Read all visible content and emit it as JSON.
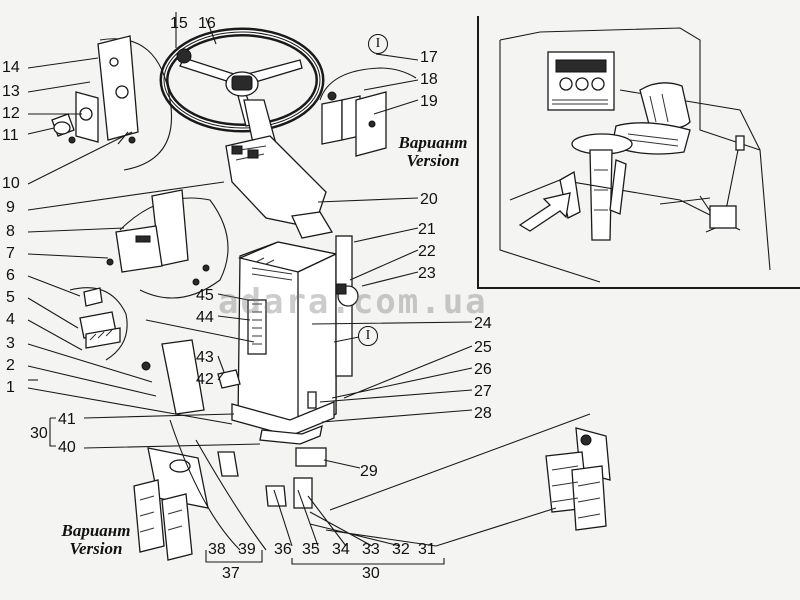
{
  "callouts": [
    {
      "id": "14",
      "text": "14"
    },
    {
      "id": "13",
      "text": "13"
    },
    {
      "id": "12",
      "text": "12"
    },
    {
      "id": "11",
      "text": "11"
    },
    {
      "id": "10",
      "text": "10"
    },
    {
      "id": "9",
      "text": "9"
    },
    {
      "id": "8",
      "text": "8"
    },
    {
      "id": "7",
      "text": "7"
    },
    {
      "id": "6",
      "text": "6"
    },
    {
      "id": "5",
      "text": "5"
    },
    {
      "id": "4",
      "text": "4"
    },
    {
      "id": "3",
      "text": "3"
    },
    {
      "id": "2",
      "text": "2"
    },
    {
      "id": "1",
      "text": "1"
    },
    {
      "id": "15",
      "text": "15"
    },
    {
      "id": "16",
      "text": "16"
    },
    {
      "id": "17",
      "text": "17"
    },
    {
      "id": "18",
      "text": "18"
    },
    {
      "id": "19",
      "text": "19"
    },
    {
      "id": "20",
      "text": "20"
    },
    {
      "id": "21",
      "text": "21"
    },
    {
      "id": "22",
      "text": "22"
    },
    {
      "id": "23",
      "text": "23"
    },
    {
      "id": "24",
      "text": "24"
    },
    {
      "id": "25",
      "text": "25"
    },
    {
      "id": "26",
      "text": "26"
    },
    {
      "id": "27",
      "text": "27"
    },
    {
      "id": "28",
      "text": "28"
    },
    {
      "id": "29",
      "text": "29"
    },
    {
      "id": "30a",
      "text": "30"
    },
    {
      "id": "41",
      "text": "41"
    },
    {
      "id": "40",
      "text": "40"
    },
    {
      "id": "45",
      "text": "45"
    },
    {
      "id": "44",
      "text": "44"
    },
    {
      "id": "43",
      "text": "43"
    },
    {
      "id": "42",
      "text": "42"
    },
    {
      "id": "38",
      "text": "38"
    },
    {
      "id": "39",
      "text": "39"
    },
    {
      "id": "37",
      "text": "37"
    },
    {
      "id": "36",
      "text": "36"
    },
    {
      "id": "35",
      "text": "35"
    },
    {
      "id": "34",
      "text": "34"
    },
    {
      "id": "33",
      "text": "33"
    },
    {
      "id": "32",
      "text": "32"
    },
    {
      "id": "31",
      "text": "31"
    },
    {
      "id": "30b",
      "text": "30"
    }
  ],
  "variants": {
    "top": {
      "ru": "Вариант",
      "en": "Version"
    },
    "bottom": {
      "ru": "Вариант",
      "en": "Version"
    }
  },
  "roman_marks": {
    "top": "I",
    "mid": "I"
  },
  "watermark": "adara.com.ua",
  "colors": {
    "line": "#1a1a1a",
    "paper": "#f4f4f2",
    "watermark": "#787878"
  }
}
